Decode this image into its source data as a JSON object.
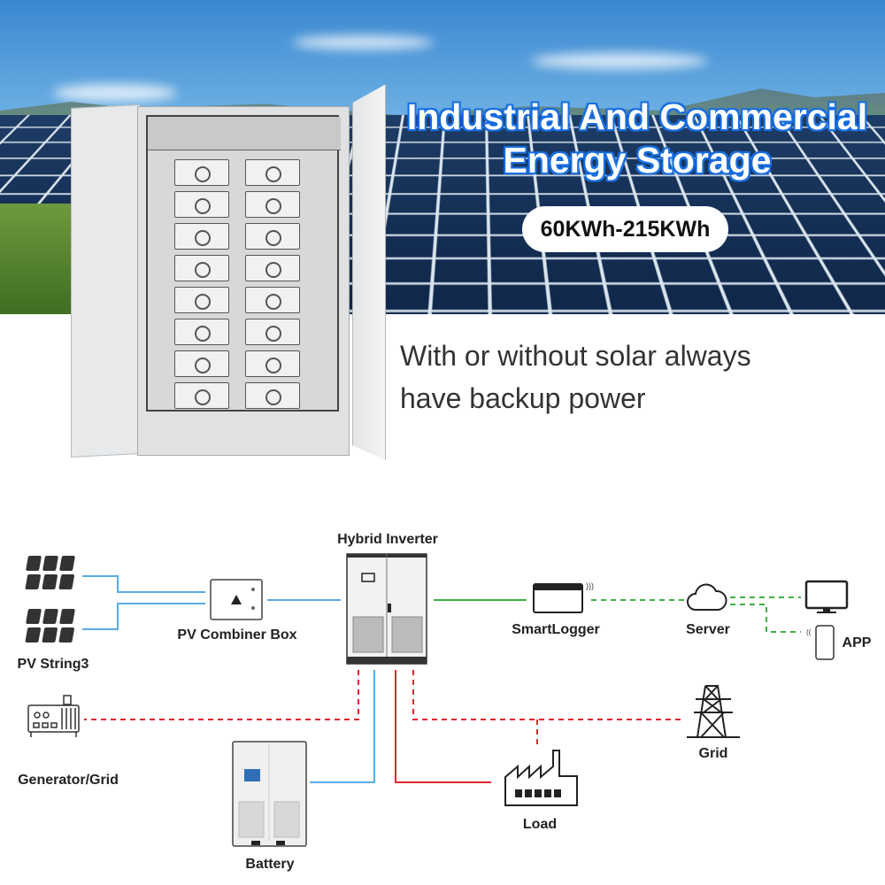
{
  "hero": {
    "title_line1": "Industrial And Commercial",
    "title_line2": "Energy Storage",
    "capacity": "60KWh-215KWh",
    "tagline_line1": "With or without solar always",
    "tagline_line2": "have backup power"
  },
  "diagram": {
    "pv_string": "PV String3",
    "combiner": "PV Combiner Box",
    "inverter": "Hybrid Inverter",
    "smartlogger": "SmartLogger",
    "server": "Server",
    "app": "APP",
    "generator": "Generator/Grid",
    "battery": "Battery",
    "load": "Load",
    "grid": "Grid"
  },
  "colors": {
    "dc_line": "#5aabe3",
    "ac_line": "#e2262b",
    "comm_line": "#3cb043",
    "title_stroke": "#1a6fe0"
  }
}
